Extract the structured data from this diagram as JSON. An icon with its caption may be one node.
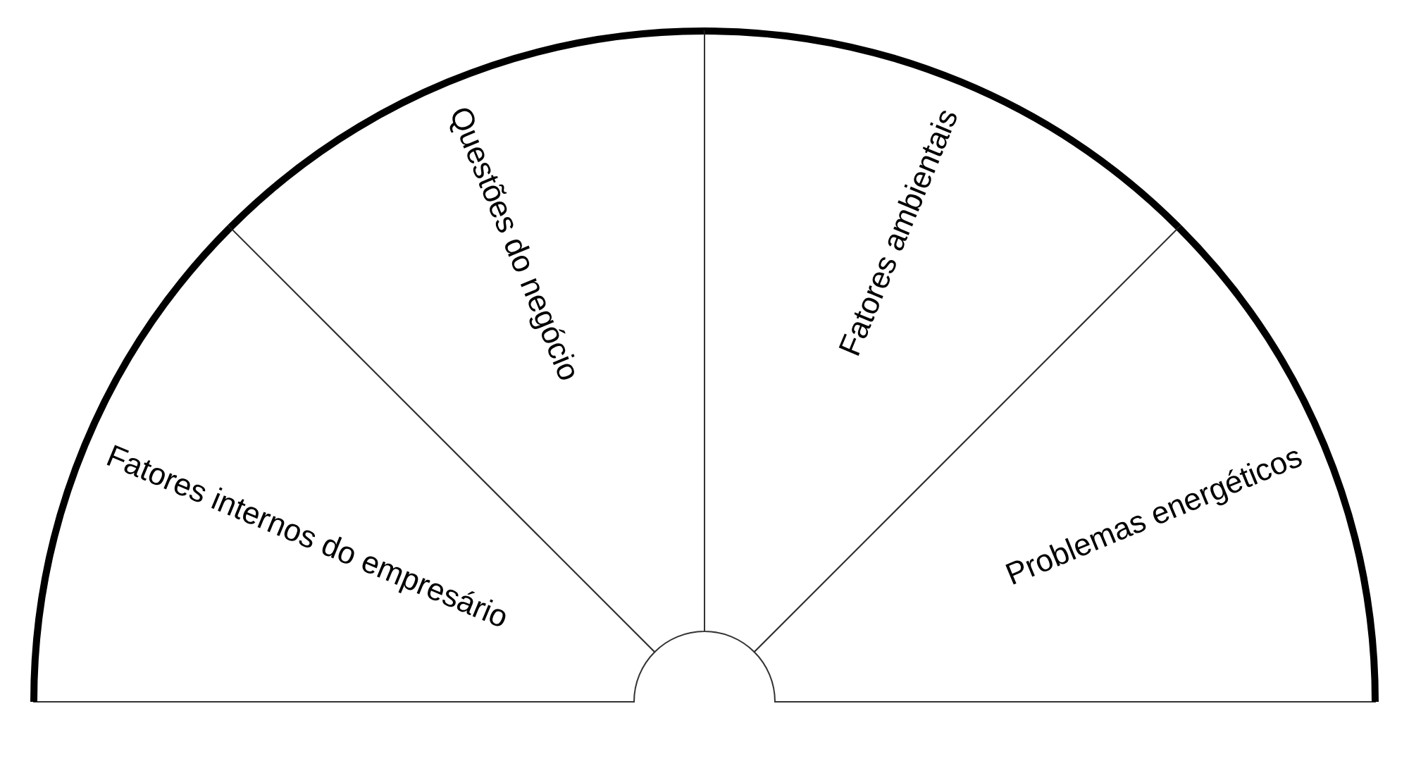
{
  "diagram": {
    "nodes": [
      {
        "text": [
          "Fatores internos do empresário"
        ]
      },
      {
        "text": [
          "Questões do negócio"
        ]
      },
      {
        "text": [
          "Fatores ambientais"
        ]
      },
      {
        "text": [
          "Problemas energéticos"
        ]
      }
    ]
  }
}
